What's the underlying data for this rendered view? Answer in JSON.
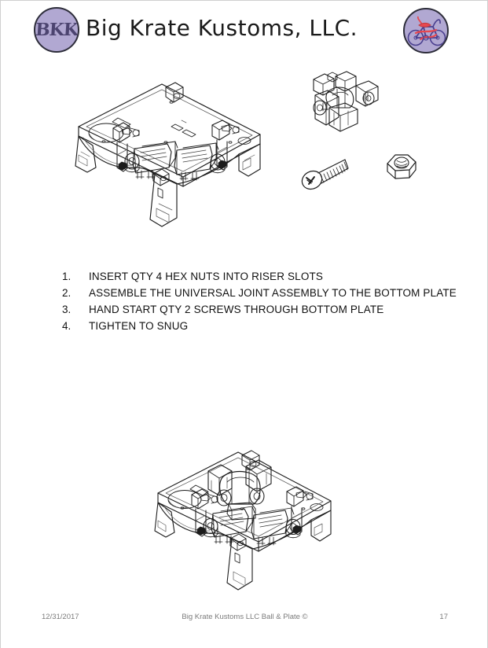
{
  "document": {
    "type": "assembly-instruction-page"
  },
  "header": {
    "logo_left": {
      "icon": "bkk-monogram-icon",
      "text": "BKK",
      "circle_color": "#b1a8d2",
      "text_color": "#4c4470"
    },
    "title": "Big Krate Kustoms, LLC.",
    "logo_right": {
      "icon": "krate-bicycle-icon",
      "circle_color": "#b1a8d2",
      "frame_color": "#4a3f8f",
      "accent_color": "#e8484f"
    }
  },
  "figures": [
    {
      "name": "bottom-plate-with-servos",
      "caption": "",
      "description": "Isometric CAD line drawing of the bottom plate with two servos and riser brackets"
    },
    {
      "name": "universal-joint-assembly",
      "caption": "",
      "description": "Isometric CAD line drawing of the universal joint assembly"
    },
    {
      "name": "pan-head-phillips-screw",
      "caption": "",
      "description": "Isometric CAD line drawing of a phillips pan head machine screw"
    },
    {
      "name": "hex-nut",
      "caption": "",
      "description": "Isometric CAD line drawing of a hex nut"
    },
    {
      "name": "bottom-plate-with-universal-joint-installed",
      "caption": "",
      "description": "Isometric CAD line drawing of the completed sub-assembly"
    }
  ],
  "steps": [
    {
      "number": "1.",
      "text": "INSERT QTY 4 HEX NUTS INTO RISER SLOTS"
    },
    {
      "number": "2.",
      "text": "ASSEMBLE THE UNIVERSAL JOINT ASSEMBLY TO THE BOTTOM PLATE"
    },
    {
      "number": "3.",
      "text": "HAND START QTY 2 SCREWS THROUGH BOTTOM PLATE"
    },
    {
      "number": "4.",
      "text": "TIGHTEN TO SNUG"
    }
  ],
  "footer": {
    "date": "12/31/2017",
    "title": "Big Krate Kustoms LLC Ball & Plate ©",
    "page": "17"
  }
}
